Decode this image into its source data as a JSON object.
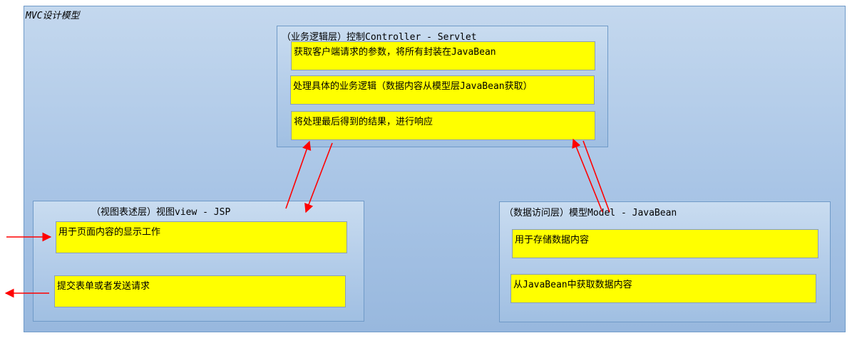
{
  "title": "MVC设计模型",
  "controller": {
    "title": "（业务逻辑层）控制Controller - Servlet",
    "items": [
      "获取客户端请求的参数，将所有封装在JavaBean",
      "处理具体的业务逻辑（数据内容从模型层JavaBean获取）",
      "将处理最后得到的结果，进行响应"
    ]
  },
  "view": {
    "title": "（视图表述层）视图view - JSP",
    "items": [
      "用于页面内容的显示工作",
      "提交表单或者发送请求"
    ]
  },
  "model": {
    "title": "（数据访问层）模型Model - JavaBean",
    "items": [
      "用于存储数据内容",
      "从JavaBean中获取数据内容"
    ]
  },
  "colors": {
    "arrow": "#ff0000",
    "box_fill": "#ffff00",
    "border": "#6f9ac8"
  }
}
